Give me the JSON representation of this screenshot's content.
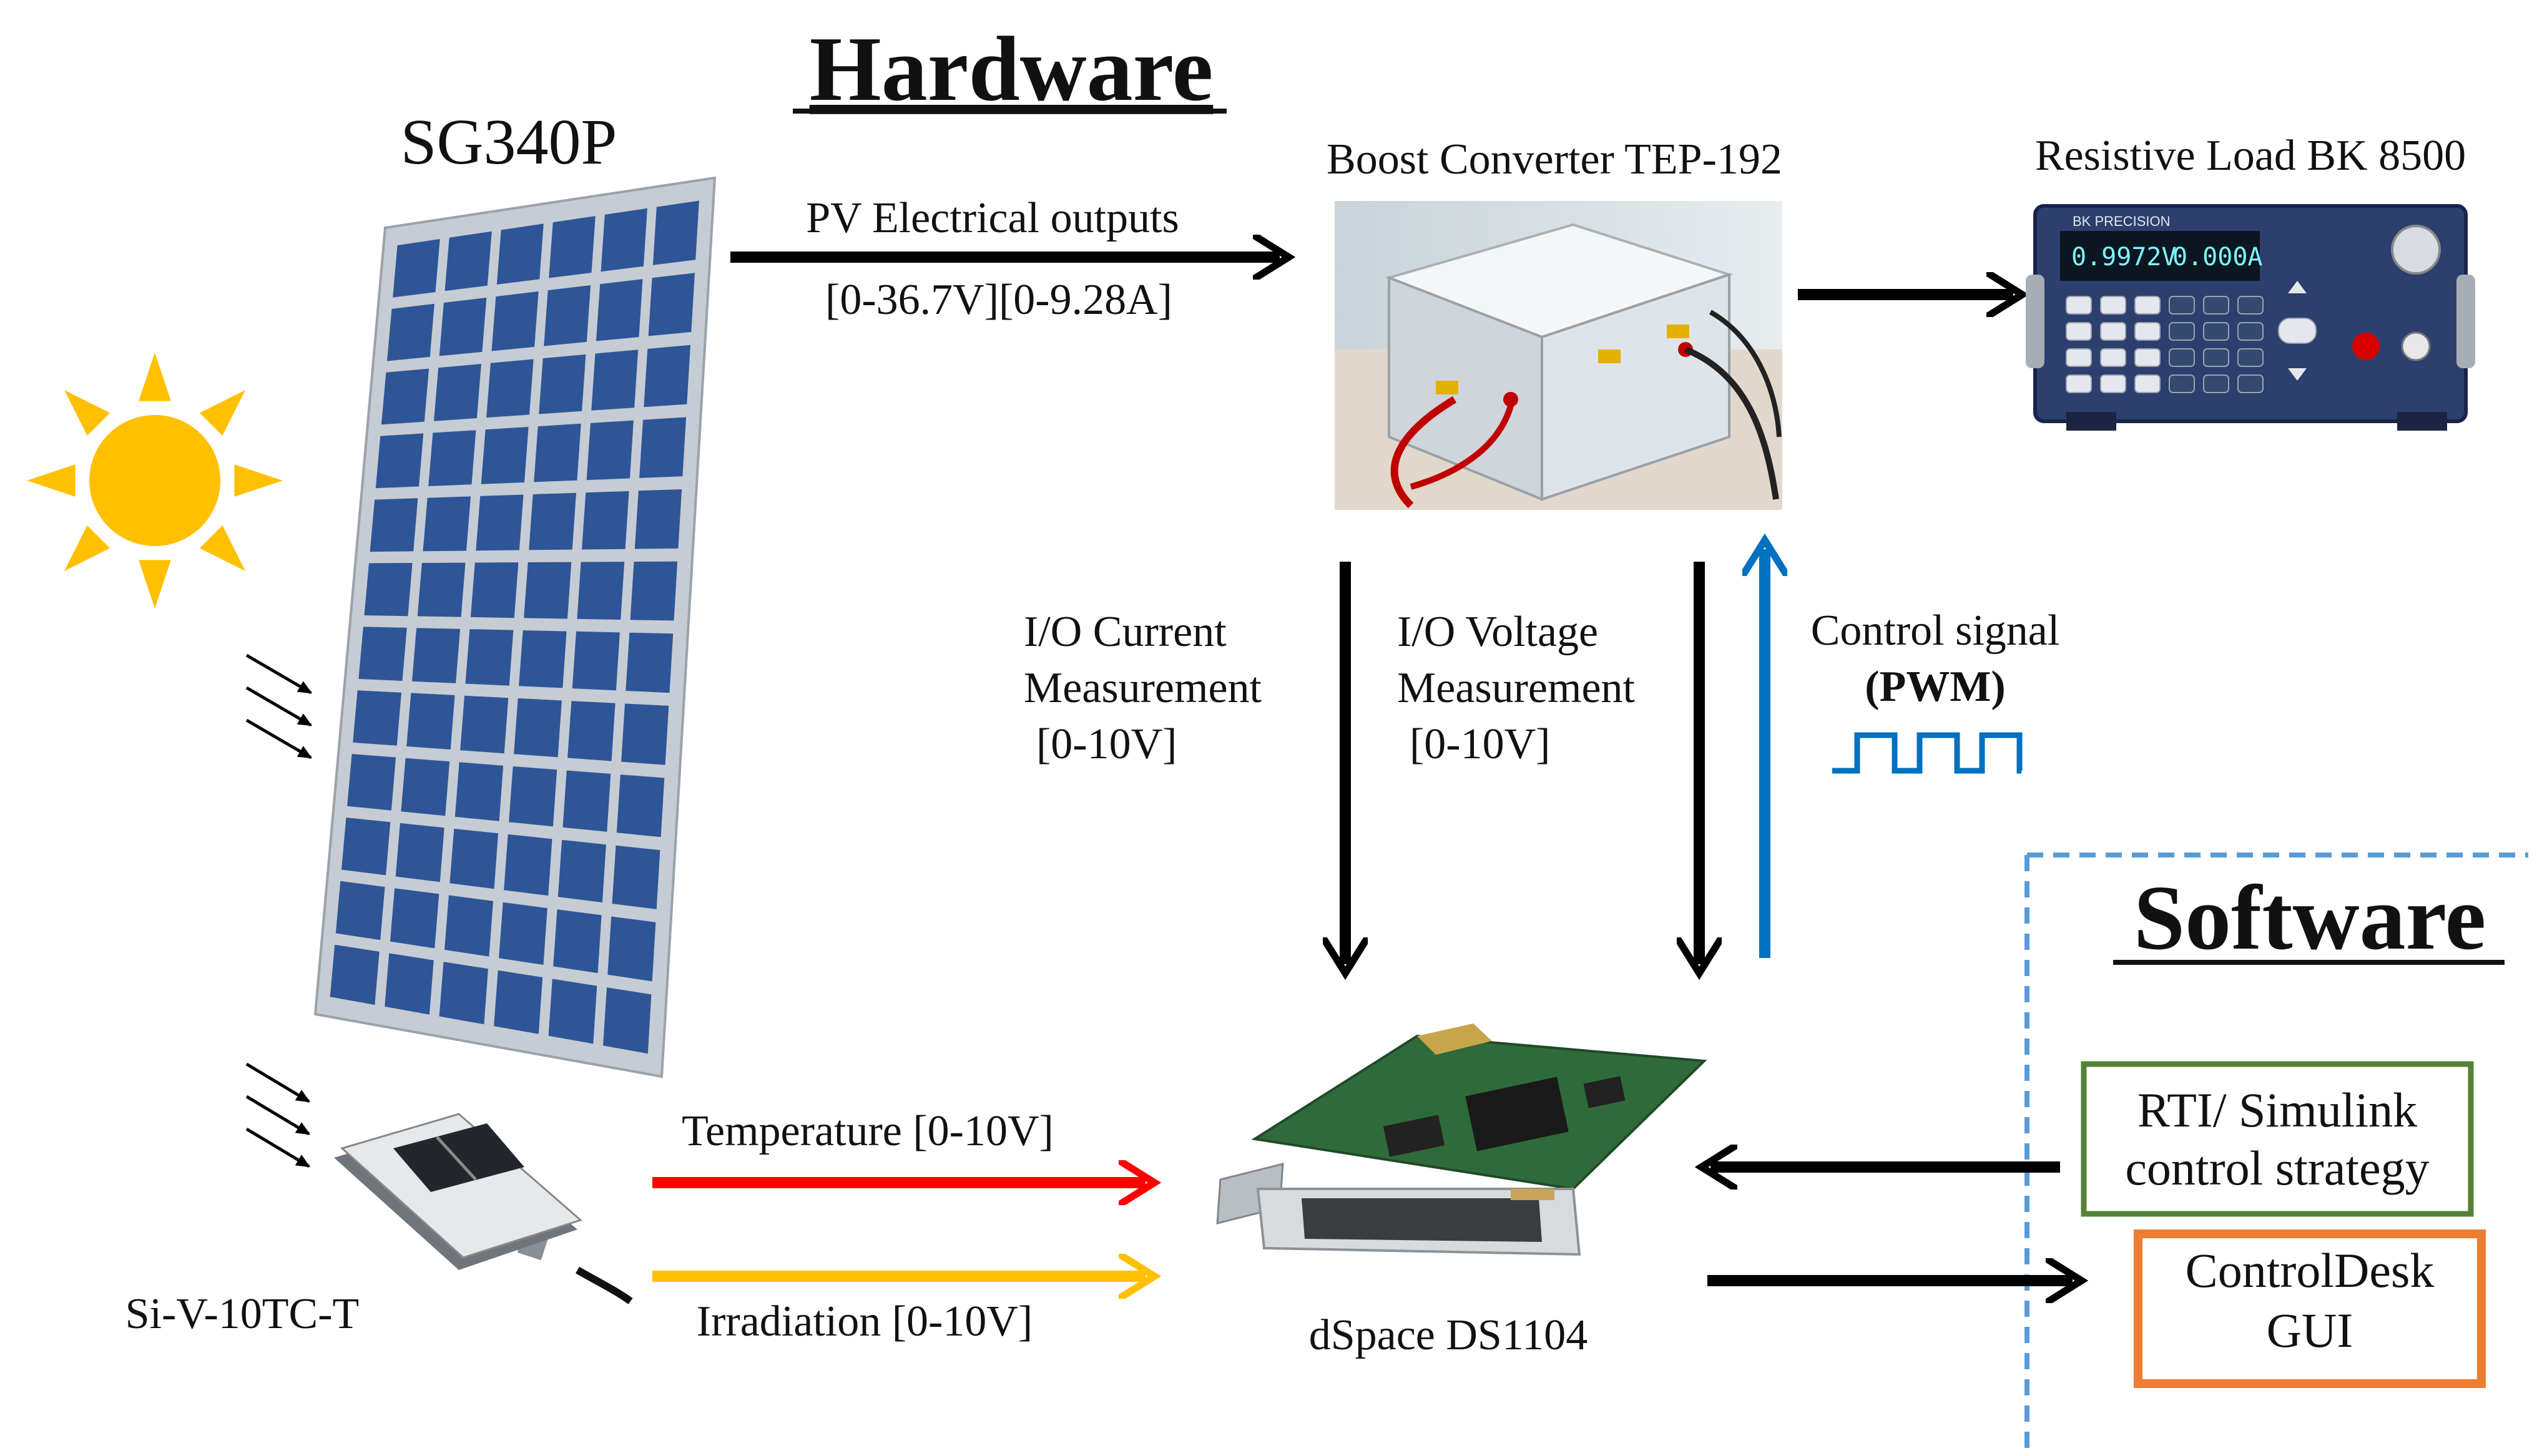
{
  "diagram": {
    "heading_hardware": "Hardware",
    "heading_software": "Software",
    "pv_panel": {
      "label": "SG340P"
    },
    "sensor": {
      "label": "Si-V-10TC-T"
    },
    "boost_converter": {
      "label": "Boost Converter TEP-192"
    },
    "resistive_load": {
      "label": "Resistive Load BK 8500",
      "display_voltage": "0.9972V",
      "display_current": "0.000A",
      "brand": "BK PRECISION"
    },
    "dspace": {
      "label": "dSpace DS1104"
    },
    "pv_outputs": {
      "line1": "PV Electrical outputs",
      "line2": "[0-36.7V][0-9.28A]"
    },
    "current_meas": {
      "line1": "I/O Current",
      "line2": "Measurement",
      "line3": "[0-10V]"
    },
    "voltage_meas": {
      "line1": "I/O Voltage",
      "line2": "Measurement",
      "line3": "[0-10V]"
    },
    "control_signal": {
      "line1": "Control signal",
      "line2": "(PWM)"
    },
    "temperature": {
      "label": "Temperature [0-10V]"
    },
    "irradiation": {
      "label": "Irradiation [0-10V]"
    },
    "rti_box": {
      "line1": "RTI/ Simulink",
      "line2": "control strategy"
    },
    "controldesk_box": {
      "line1": "ControlDesk",
      "line2": "GUI"
    }
  },
  "colors": {
    "sun": "#FFC000",
    "panel_cell": "#2E5597",
    "temperature_arrow": "#FF0000",
    "irradiation_arrow": "#FFC000",
    "pwm_arrow": "#0070C0",
    "software_border": "#5B9BD5",
    "rti_border": "#548235",
    "controldesk_border": "#ED7D31",
    "arrow": "#000000"
  }
}
